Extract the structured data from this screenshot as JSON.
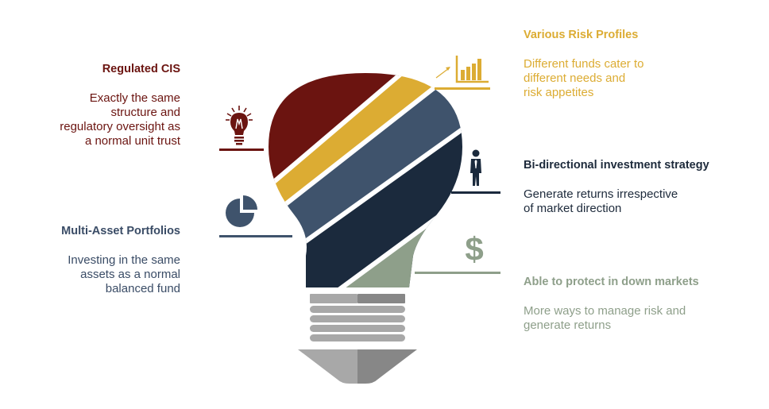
{
  "colors": {
    "maroon": "#6b1410",
    "gold": "#dcac33",
    "slate": "#3f536c",
    "navy": "#1b2a3d",
    "sage": "#8e9f8a",
    "base_light": "#a8a8a8",
    "base_dark": "#878787",
    "text_slate": "#3a4c66",
    "text_navy": "#1d2a3b"
  },
  "features": {
    "regulated": {
      "title": "Regulated CIS",
      "lines": [
        "Exactly the same",
        "structure and",
        "regulatory oversight as",
        "a normal unit trust"
      ],
      "icon": "lightbulb-icon"
    },
    "multi_asset": {
      "title": "Multi-Asset Portfolios",
      "lines": [
        "Investing in the same",
        "assets as a normal",
        "balanced fund"
      ],
      "icon": "pie-chart-icon"
    },
    "risk_profiles": {
      "title": "Various Risk Profiles",
      "lines": [
        "Different funds cater to",
        "different needs and",
        "risk appetites"
      ],
      "icon": "bar-chart-icon"
    },
    "bidirectional": {
      "title": "Bi-directional investment strategy",
      "lines": [
        "Generate returns irrespective",
        "of market direction"
      ],
      "icon": "businessman-icon"
    },
    "protect": {
      "title": "Able to protect in down markets",
      "lines": [
        "More ways to manage risk and",
        "generate returns"
      ],
      "icon": "dollar-icon"
    }
  }
}
